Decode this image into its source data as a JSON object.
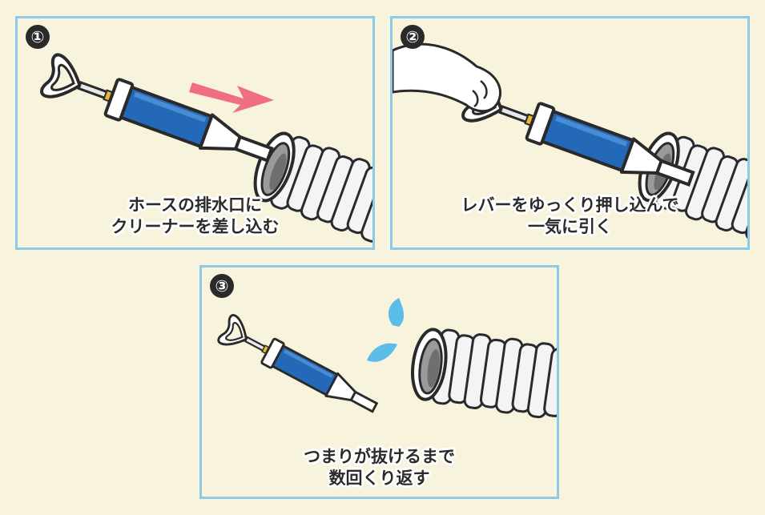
{
  "steps": [
    {
      "number": "①",
      "line1": "ホースの排水口に",
      "line2": "クリーナーを差し込む"
    },
    {
      "number": "②",
      "line1": "レバーをゆっくり押し込んで",
      "line2": "一気に引く"
    },
    {
      "number": "③",
      "line1": "つまりが抜けるまで",
      "line2": "数回くり返す"
    }
  ],
  "colors": {
    "background": "#f8f3dd",
    "panel_border": "#8ccae8",
    "cylinder_blue": "#2369b7",
    "arrow_pink": "#ef6f80",
    "water_drop": "#5bbde8",
    "hose": "#f2f2f2"
  },
  "icons": [
    "pump-cleaner-icon",
    "drain-hose-icon",
    "push-arrow-icon",
    "hand-icon",
    "water-drop-icon"
  ]
}
